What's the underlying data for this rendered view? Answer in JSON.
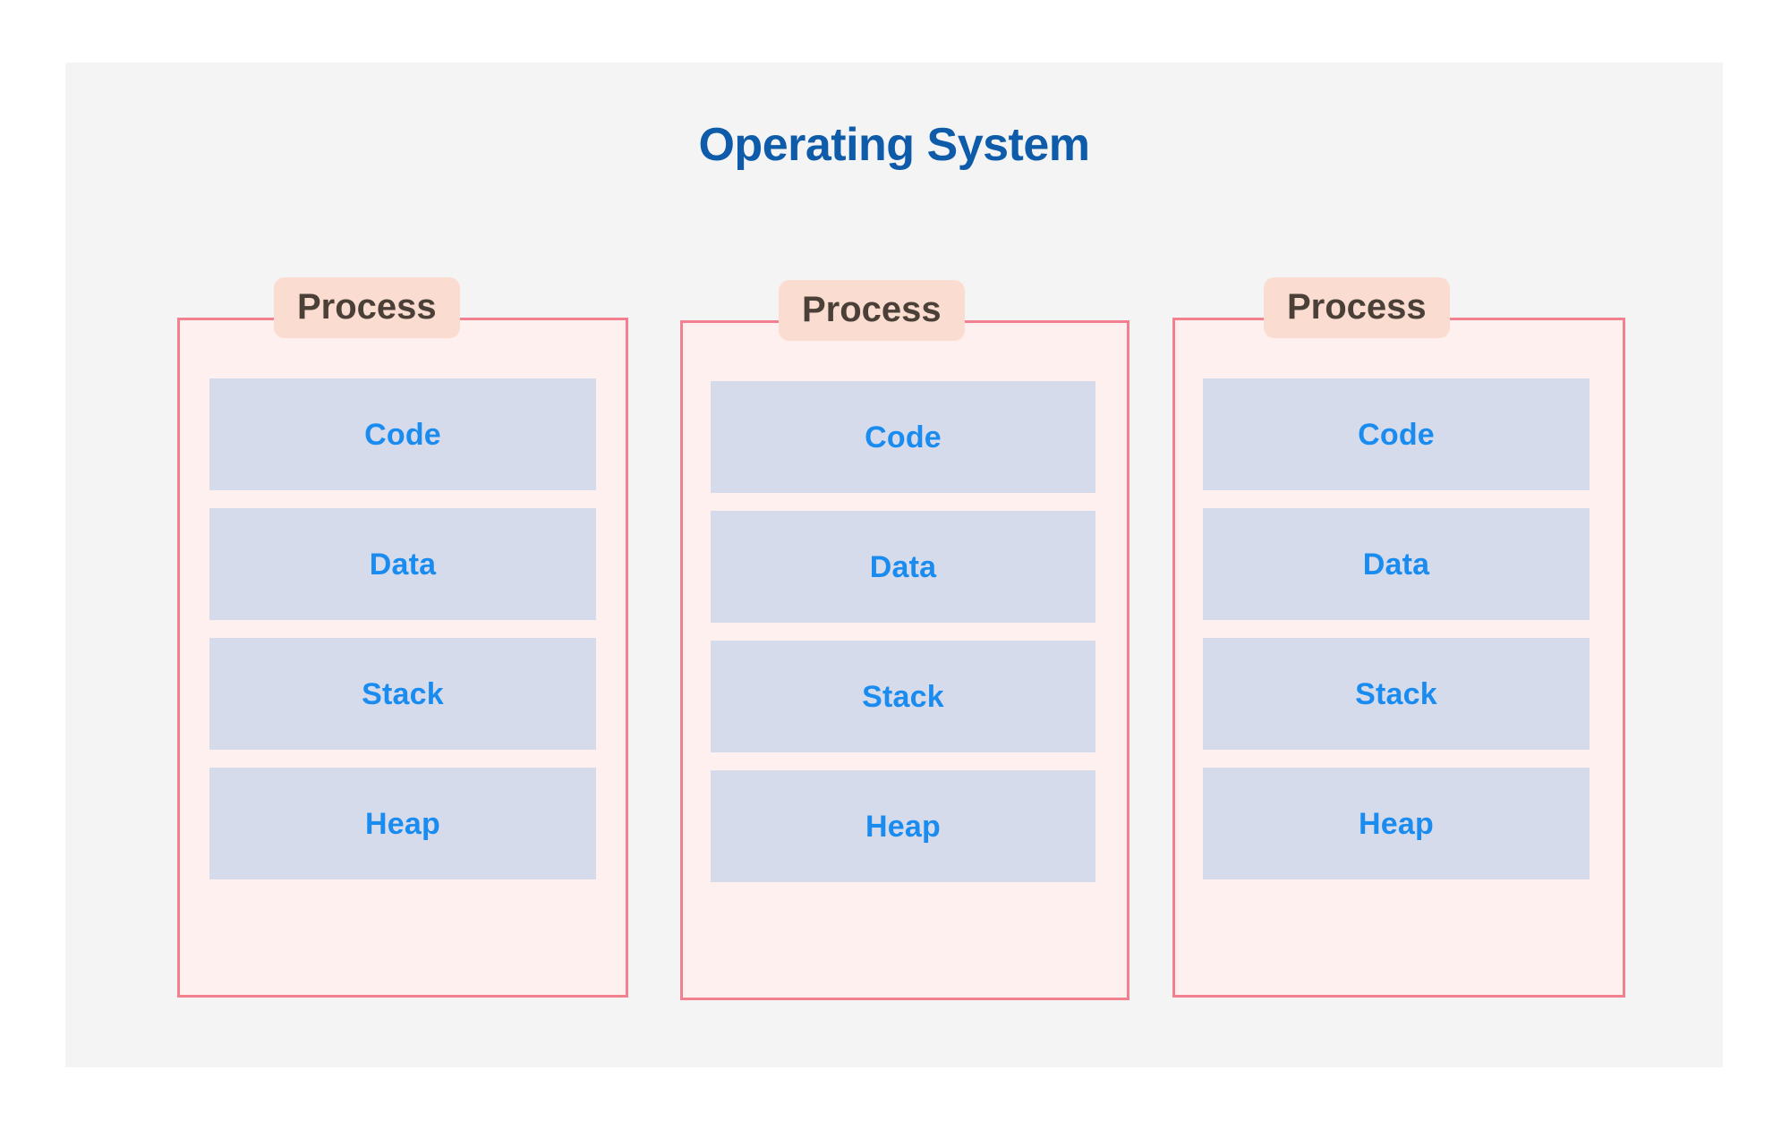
{
  "page": {
    "background_color": "#ffffff",
    "canvas_color": "#f4f4f5"
  },
  "diagram": {
    "title": "Operating System",
    "title_color": "#0d5ba9",
    "process_label": "Process",
    "process_label_bg": "#fbdcd0",
    "process_label_color": "#4a4038",
    "process_box_border_color": "#f2808f",
    "process_box_fill": "#fdf0ee",
    "segment_bg": "#d6dbec",
    "segment_text_color": "#1a8cf0",
    "segment_names": [
      "Code",
      "Data",
      "Stack",
      "Heap"
    ],
    "processes": [
      {
        "label": "Process",
        "segments": [
          {
            "name": "Code"
          },
          {
            "name": "Data"
          },
          {
            "name": "Stack"
          },
          {
            "name": "Heap"
          }
        ]
      },
      {
        "label": "Process",
        "segments": [
          {
            "name": "Code"
          },
          {
            "name": "Data"
          },
          {
            "name": "Stack"
          },
          {
            "name": "Heap"
          }
        ]
      },
      {
        "label": "Process",
        "segments": [
          {
            "name": "Code"
          },
          {
            "name": "Data"
          },
          {
            "name": "Stack"
          },
          {
            "name": "Heap"
          }
        ]
      }
    ]
  }
}
